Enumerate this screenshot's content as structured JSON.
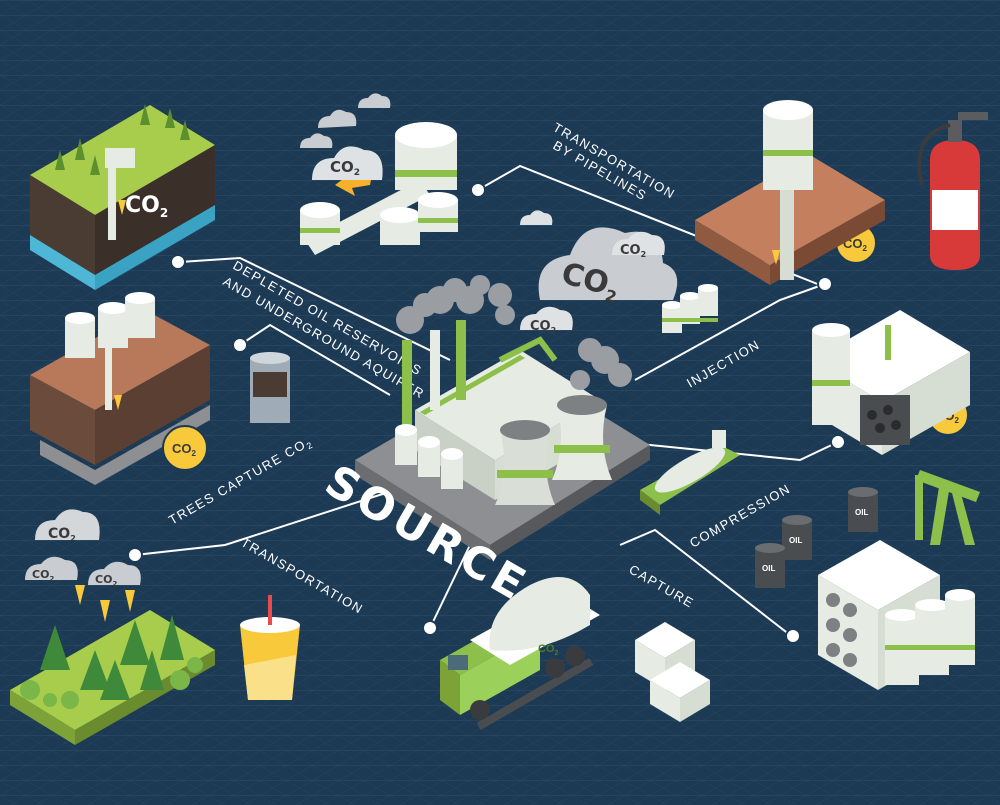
{
  "diagram": {
    "center_label": "SOURCE",
    "branch_labels": {
      "pipelines": "TRANSPORTATION BY PIPELINES",
      "injection": "INJECTION",
      "compression": "COMPRESSION",
      "capture": "CAPTURE",
      "transportation": "TRANSPORTATION",
      "trees": "TREES CAPTURE CO2",
      "reservoirs_line1": "DEPLETED OIL RESERVOIRS",
      "reservoirs_line2": "AND UNDERGROUND AQUIFER"
    },
    "co2_text": "CO2",
    "oil_text": "OIL",
    "colors": {
      "background": "#1d3a55",
      "grid": "#2c4d6c",
      "accent_green": "#8cc04a",
      "badge_yellow": "#f7c93b",
      "connector": "#ffffff"
    }
  }
}
